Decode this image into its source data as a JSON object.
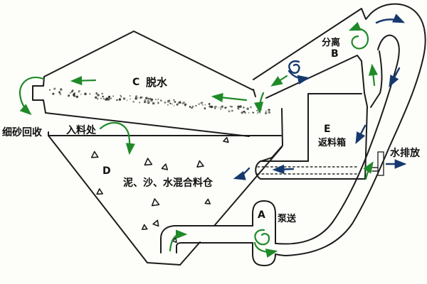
{
  "diagram": {
    "kind": "fine-sand-recovery-machine-schematic",
    "labels": {
      "separation": "分离",
      "separation_id": "B",
      "dewatering_id": "C",
      "dewatering": "脱水",
      "fine_sand_recovery": "细砂回收",
      "feed_inlet": "入料处",
      "hopper_id": "D",
      "hopper": "泥、沙、水混合料仓",
      "return_box_id": "E",
      "return_box": "返料箱",
      "water_discharge": "水排放",
      "pump_id": "A",
      "pump": "泵送"
    },
    "colors": {
      "outline": "#1c1c1c",
      "flow_green": "#1f8a28",
      "flow_blue": "#16396d",
      "background": "#fdfdfa"
    }
  }
}
